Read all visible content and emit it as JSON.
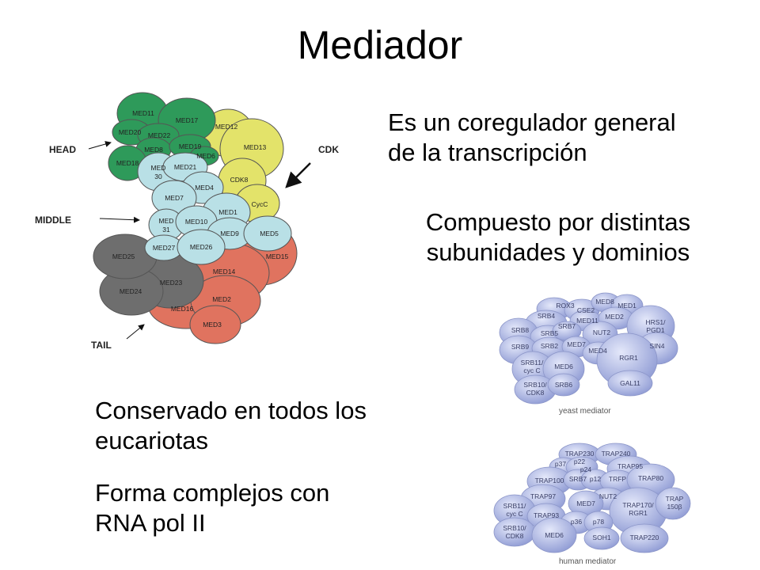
{
  "title": "Mediador",
  "bullets": {
    "b1": [
      "Es un coregulador general",
      "de la transcripción"
    ],
    "b2": [
      "Compuesto por distintas",
      "subunidades y dominios"
    ],
    "b3": [
      "Conservado en todos los",
      "eucariotas"
    ],
    "b4": [
      "Forma complejos con",
      "RNA pol II"
    ]
  },
  "diagram": {
    "labels": {
      "head": "HEAD",
      "middle": "MIDDLE",
      "tail": "TAIL",
      "cdk": "CDK"
    },
    "subunits": {
      "green": [
        "MED11",
        "MED17",
        "MED20",
        "MED22",
        "MED8",
        "MED18",
        "MED19",
        "MED6"
      ],
      "yellow": [
        "MED12",
        "MED13",
        "CDK8",
        "CycC"
      ],
      "blue": [
        "MED 30",
        "MED21",
        "MED4",
        "MED7",
        "MED1",
        "MED 31",
        "MED10",
        "MED9",
        "MED5",
        "MED27",
        "MED26"
      ],
      "red": [
        "MED15",
        "MED14",
        "MED2",
        "MED16",
        "MED3"
      ],
      "gray": [
        "MED25",
        "MED24",
        "MED23"
      ]
    }
  },
  "yeast": {
    "caption": "yeast mediator",
    "subunits": [
      "ROX3",
      "CSE2",
      "MED8",
      "MED1",
      "SRB4",
      "MED11",
      "MED2",
      "HRS1/",
      "PGD1",
      "SRB8",
      "SRB5",
      "SRB7",
      "NUT2",
      "SRB9",
      "SRB2",
      "MED7",
      "MED4",
      "RGR1",
      "SIN4",
      "SRB11/",
      "cyc C",
      "MED6",
      "SRB10/",
      "CDK8",
      "SRB6",
      "GAL11"
    ]
  },
  "human": {
    "caption": "human mediator",
    "subunits": [
      "TRAP230",
      "TRAP240",
      "p37",
      "p22",
      "p24",
      "TRAP95",
      "TRAP100",
      "SRB7",
      "p12",
      "TRFP",
      "TRAP80",
      "TRAP97",
      "NUT2",
      "SRB11/",
      "cyc C",
      "MED7",
      "TRAP170/",
      "RGR1",
      "TRAP",
      "150β",
      "TRAP93",
      "p36",
      "p78",
      "SRB10/",
      "CDK8",
      "MED6",
      "SOH1",
      "TRAP220"
    ]
  },
  "colors": {
    "green": "#2e9a5a",
    "yellow": "#e3e36a",
    "blue": "#b9e0e6",
    "red": "#e0735f",
    "gray": "#6e6e6e",
    "lavender": "#b4bde6"
  }
}
